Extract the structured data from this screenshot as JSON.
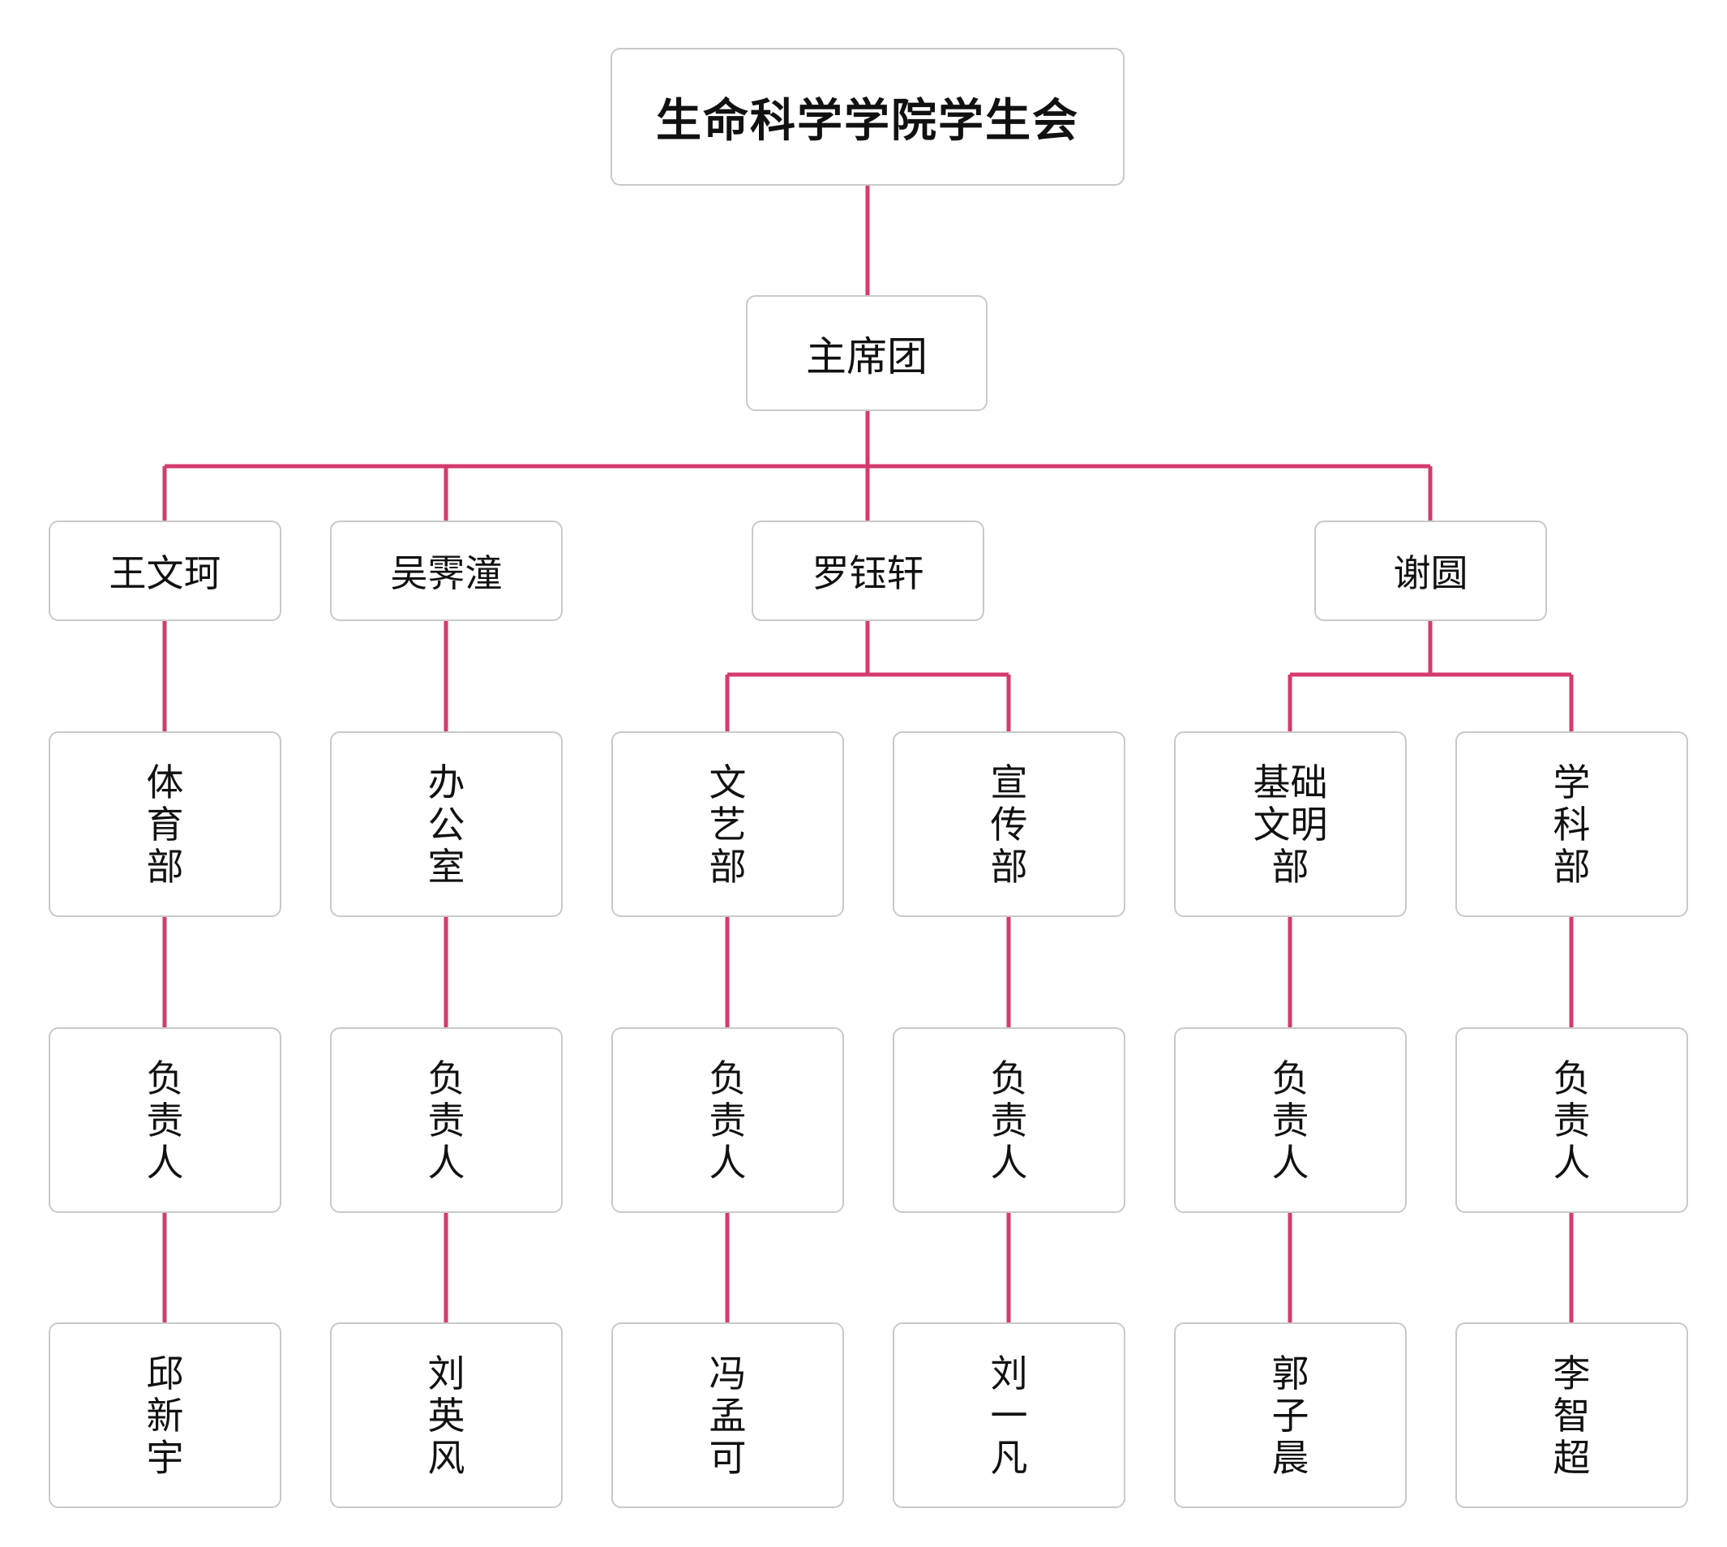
{
  "diagram": {
    "root": {
      "label": "生命科学学院学生会"
    },
    "presidium": {
      "label": "主席团"
    },
    "leaders": [
      {
        "name": "王文珂"
      },
      {
        "name": "吴霁潼"
      },
      {
        "name": "罗钰轩"
      },
      {
        "name": "谢圆"
      }
    ],
    "departments": [
      {
        "label": "体\n育\n部",
        "role": "负\n责\n人",
        "person": "邱\n新\n宇"
      },
      {
        "label": "办\n公\n室",
        "role": "负\n责\n人",
        "person": "刘\n英\n风"
      },
      {
        "label": "文\n艺\n部",
        "role": "负\n责\n人",
        "person": "冯\n孟\n可"
      },
      {
        "label": "宣\n传\n部",
        "role": "负\n责\n人",
        "person": "刘\n一\n凡"
      },
      {
        "label": "基础\n文明\n部",
        "role": "负\n责\n人",
        "person": "郭\n子\n晨"
      },
      {
        "label": "学\n科\n部",
        "role": "负\n责\n人",
        "person": "李\n智\n超"
      }
    ],
    "connector_color": "#d33b6f"
  }
}
